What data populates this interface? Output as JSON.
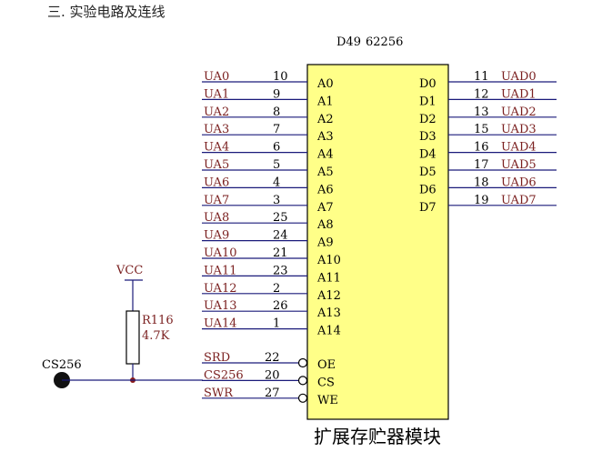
{
  "heading": "三. 实验电路及连线",
  "chip": {
    "designator": "D49",
    "part": "62256",
    "caption": "扩展存贮器模块",
    "fill_color": "#ffff88"
  },
  "colors": {
    "net_label": "#7a1f1f",
    "wire": "#1a1a7a",
    "pin_text": "#000000",
    "junction": "#8b1a1a"
  },
  "address_pins": [
    {
      "net": "UA0",
      "num": "10",
      "pin": "A0"
    },
    {
      "net": "UA1",
      "num": "9",
      "pin": "A1"
    },
    {
      "net": "UA2",
      "num": "8",
      "pin": "A2"
    },
    {
      "net": "UA3",
      "num": "7",
      "pin": "A3"
    },
    {
      "net": "UA4",
      "num": "6",
      "pin": "A4"
    },
    {
      "net": "UA5",
      "num": "5",
      "pin": "A5"
    },
    {
      "net": "UA6",
      "num": "4",
      "pin": "A6"
    },
    {
      "net": "UA7",
      "num": "3",
      "pin": "A7"
    },
    {
      "net": "UA8",
      "num": "25",
      "pin": "A8"
    },
    {
      "net": "UA9",
      "num": "24",
      "pin": "A9"
    },
    {
      "net": "UA10",
      "num": "21",
      "pin": "A10"
    },
    {
      "net": "UA11",
      "num": "23",
      "pin": "A11"
    },
    {
      "net": "UA12",
      "num": "2",
      "pin": "A12"
    },
    {
      "net": "UA13",
      "num": "26",
      "pin": "A13"
    },
    {
      "net": "UA14",
      "num": "1",
      "pin": "A14"
    }
  ],
  "data_pins": [
    {
      "pin": "D0",
      "num": "11",
      "net": "UAD0"
    },
    {
      "pin": "D1",
      "num": "12",
      "net": "UAD1"
    },
    {
      "pin": "D2",
      "num": "13",
      "net": "UAD2"
    },
    {
      "pin": "D3",
      "num": "15",
      "net": "UAD3"
    },
    {
      "pin": "D4",
      "num": "16",
      "net": "UAD4"
    },
    {
      "pin": "D5",
      "num": "17",
      "net": "UAD5"
    },
    {
      "pin": "D6",
      "num": "18",
      "net": "UAD6"
    },
    {
      "pin": "D7",
      "num": "19",
      "net": "UAD7"
    }
  ],
  "control_pins": [
    {
      "net": "SRD",
      "num": "22",
      "pin": "OE"
    },
    {
      "net": "CS256",
      "num": "20",
      "pin": "CS"
    },
    {
      "net": "SWR",
      "num": "27",
      "pin": "WE"
    }
  ],
  "resistor": {
    "designator": "R116",
    "value": "4.7K",
    "supply": "VCC"
  },
  "chip_select_input": "CS256"
}
